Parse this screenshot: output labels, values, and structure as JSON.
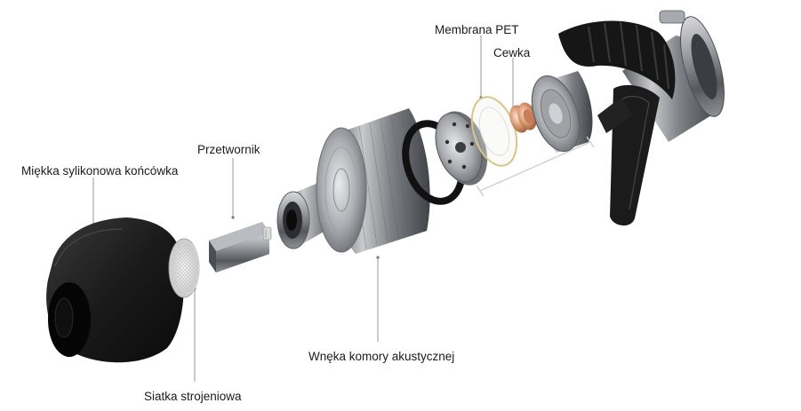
{
  "labels": {
    "tip": "Miękka sylikonowa końcówka",
    "mesh": "Siatka strojeniowa",
    "driver": "Przetwornik",
    "chamber": "Wnęka komory akustycznej",
    "membrane": "Membrana PET",
    "coil": "Cewka"
  },
  "colors": {
    "background": "#ffffff",
    "leader_line": "#9a9a9a",
    "silicone": "#1a1a1a",
    "metal": "#8a8d92",
    "copper": "#d9956e",
    "label_text": "#1b1b1b"
  }
}
